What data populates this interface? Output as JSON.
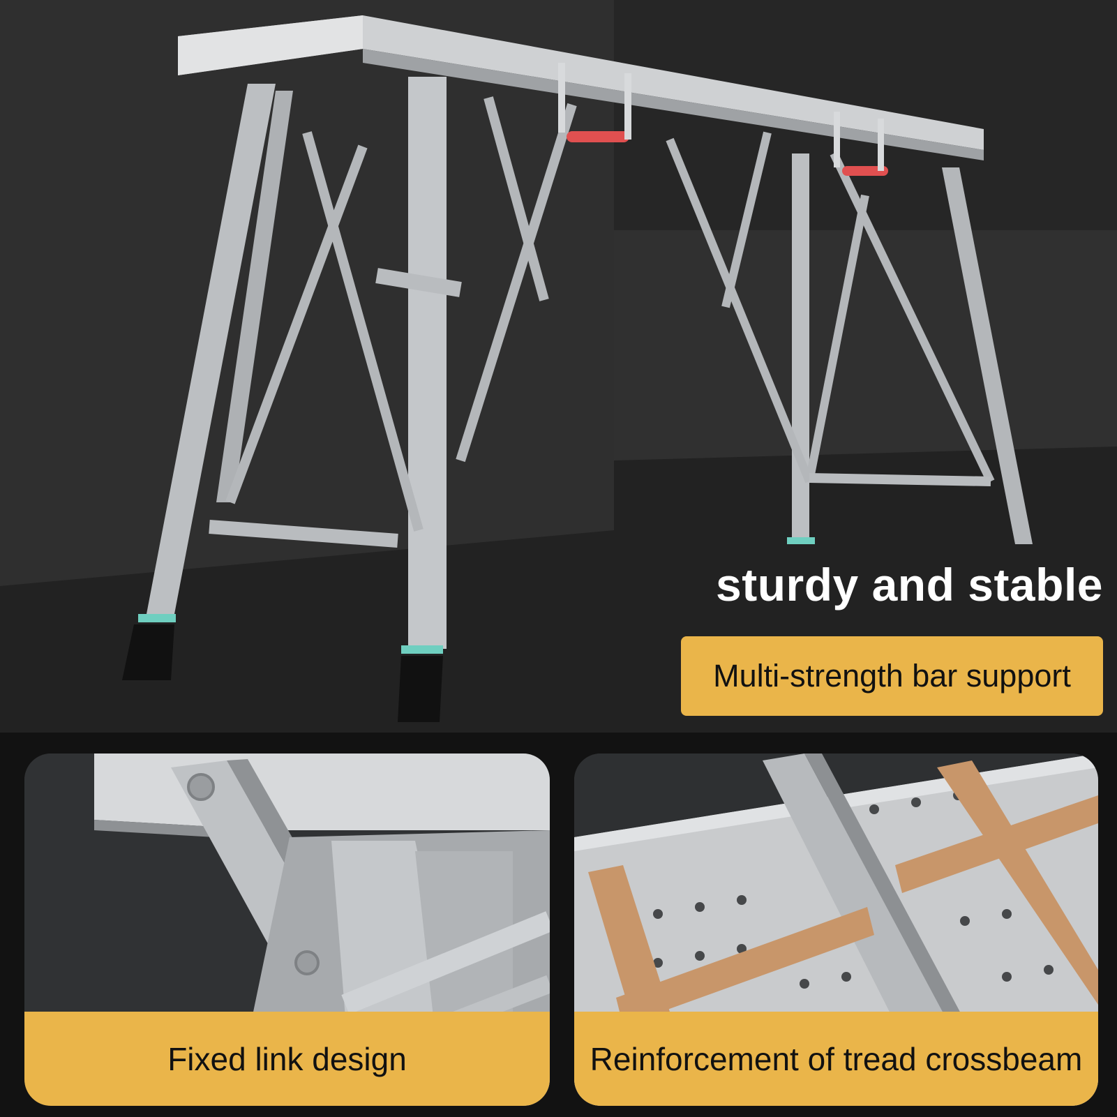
{
  "hero": {
    "headline": "sturdy and stable",
    "badge": "Multi-strength bar support"
  },
  "features": [
    {
      "caption": "Fixed link design"
    },
    {
      "caption": "Reinforcement of tread crossbeam"
    }
  ],
  "colors": {
    "accent": "#eab54a",
    "background": "#2a2a2a",
    "metal": "#c9cbcd",
    "crossbeam": "#c8966a",
    "handle": "#e05050",
    "foot_ring": "#6fcfc0"
  }
}
